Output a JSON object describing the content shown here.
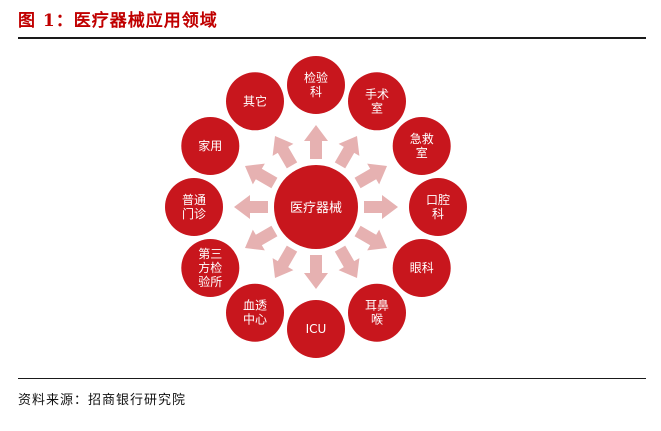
{
  "header": {
    "title_prefix": "图 1：",
    "title_text": "医疗器械应用领域",
    "title_color": "#c00000"
  },
  "diagram": {
    "center": {
      "label": "医疗器械"
    },
    "nodes": [
      {
        "id": "jianyanke",
        "label": "检验\n科"
      },
      {
        "id": "shoushushi",
        "label": "手术\n室"
      },
      {
        "id": "jijiushi",
        "label": "急救\n室"
      },
      {
        "id": "kouqiangke",
        "label": "口腔\n科"
      },
      {
        "id": "yanke",
        "label": "眼科"
      },
      {
        "id": "erbihou",
        "label": "耳鼻\n喉"
      },
      {
        "id": "icu",
        "label": "ICU"
      },
      {
        "id": "xuetou",
        "label": "血透\n中心"
      },
      {
        "id": "disanfang",
        "label": "第三\n方检\n验所"
      },
      {
        "id": "putongmenzhen",
        "label": "普通\n门诊"
      },
      {
        "id": "jiayong",
        "label": "家用"
      },
      {
        "id": "qita",
        "label": "其它"
      }
    ],
    "colors": {
      "node": "#c8161d",
      "arrow": "#e6b1b1"
    }
  },
  "footer": {
    "source": "资料来源：招商银行研究院"
  }
}
